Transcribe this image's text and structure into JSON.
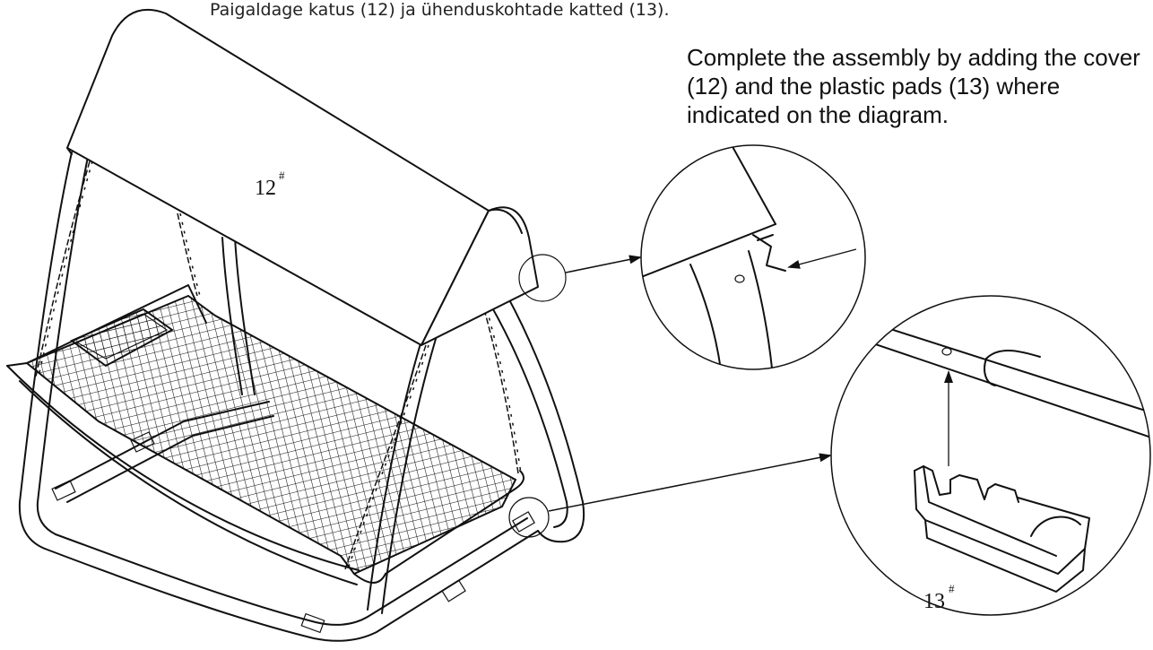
{
  "instructions": {
    "estonian": "Paigaldage katus (12) ja ühenduskohtade katted (13).",
    "english": "Complete the assembly by adding the cover (12) and the plastic pads (13) where indicated on the diagram."
  },
  "parts": {
    "cover": {
      "number": "12",
      "mark": "#"
    },
    "pad": {
      "number": "13",
      "mark": "#"
    }
  }
}
